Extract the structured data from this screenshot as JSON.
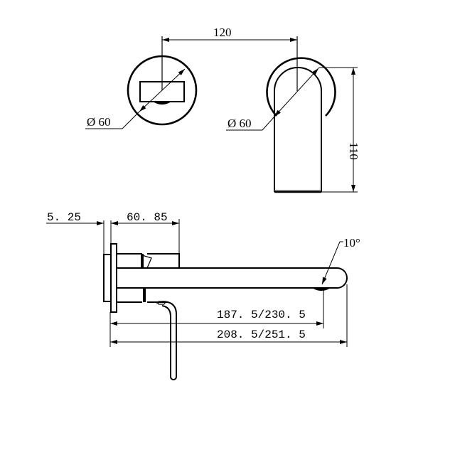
{
  "drawing": {
    "top_view": {
      "horizontal_distance": "120",
      "left_diameter": "Ø 60",
      "right_diameter": "Ø 60",
      "height": "110"
    },
    "side_view": {
      "plate_thickness": "5. 25",
      "body_depth": "60. 85",
      "spout_angle": "10°",
      "outlet_reach": "187. 5/230. 5",
      "total_reach": "208. 5/251. 5"
    },
    "colors": {
      "line": "#000000",
      "background": "#ffffff"
    }
  }
}
